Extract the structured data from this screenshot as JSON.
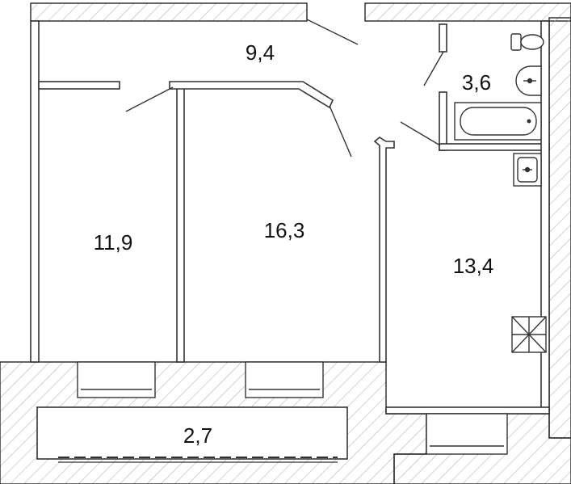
{
  "floor_plan": {
    "rooms": [
      {
        "id": "hallway",
        "area_label": "9,4"
      },
      {
        "id": "bathroom",
        "area_label": "3,6"
      },
      {
        "id": "bedroom",
        "area_label": "11,9"
      },
      {
        "id": "living-room",
        "area_label": "16,3"
      },
      {
        "id": "kitchen",
        "area_label": "13,4"
      },
      {
        "id": "balcony",
        "area_label": "2,7"
      }
    ],
    "fixtures": [
      "toilet-icon",
      "sink-icon",
      "bathtub-icon",
      "kitchen-sink-icon",
      "stove-icon"
    ],
    "colors": {
      "wall_stroke": "#333333",
      "wall_fill": "#ffffff",
      "hatch": "#b5b5b5",
      "text": "#111111"
    }
  }
}
